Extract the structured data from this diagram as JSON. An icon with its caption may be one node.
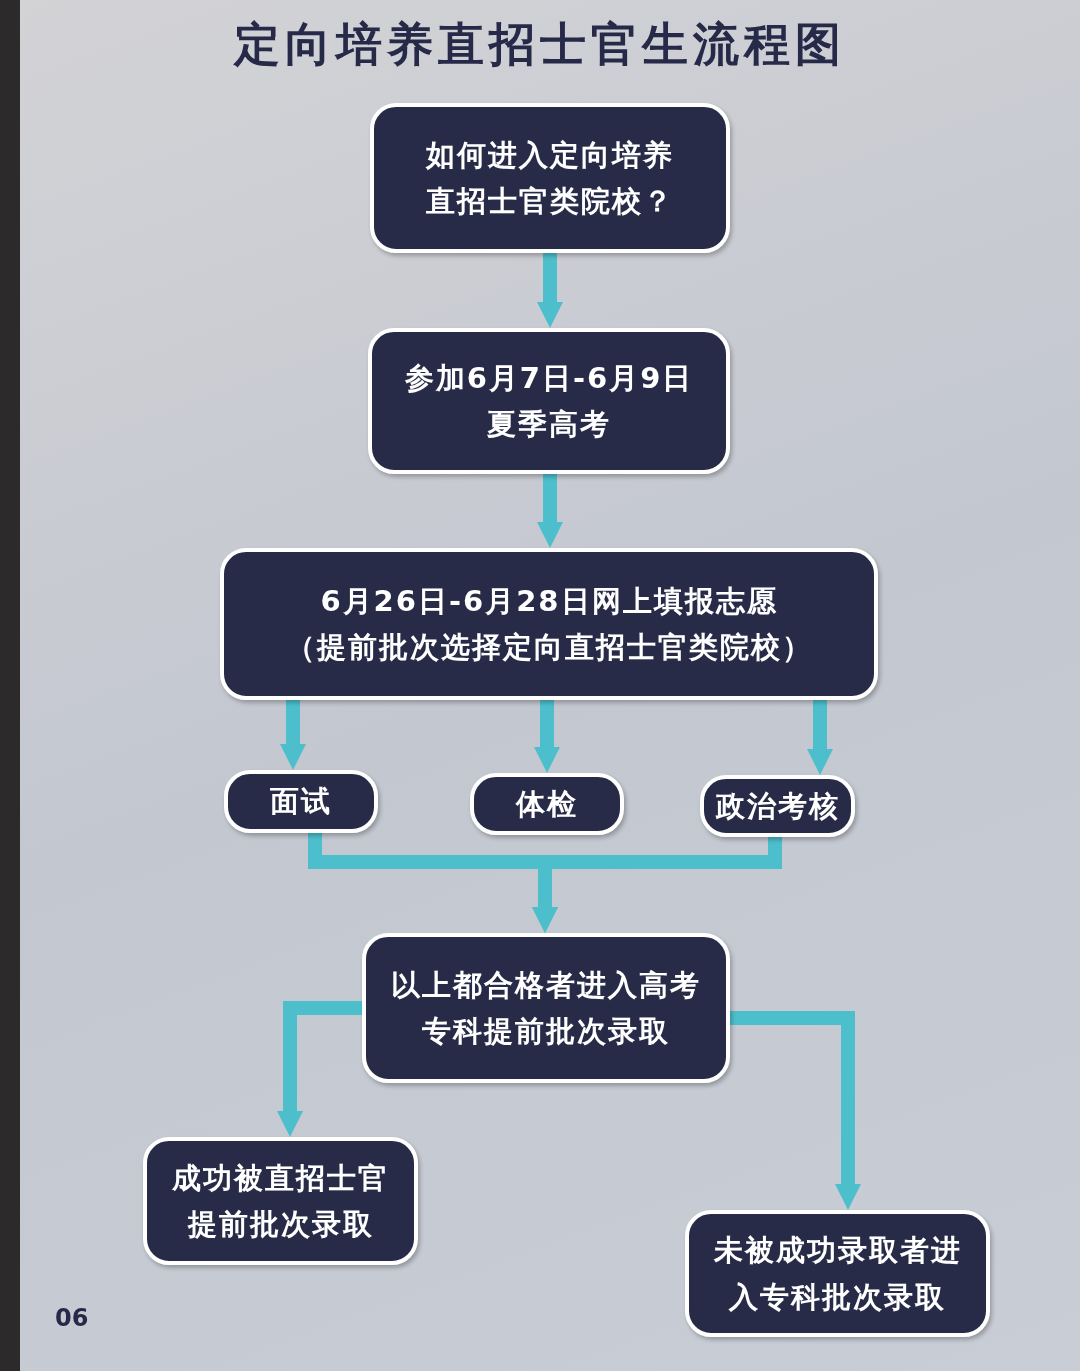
{
  "diagram": {
    "title": "定向培养直招士官生流程图",
    "nodes": [
      {
        "text": [
          "如何进入定向培养直招士官类院校？"
        ]
      },
      {
        "text": [
          "参加6月7日-6月9日夏季高考"
        ]
      },
      {
        "text": [
          "6月26日-6月28日网上填报志愿",
          "（提前批次选择定向直招士官类院校）"
        ]
      },
      {
        "text": [
          "面试"
        ]
      },
      {
        "text": [
          "体检"
        ]
      },
      {
        "text": [
          "政治考核"
        ]
      },
      {
        "text": [
          "以上都合格者进入高考专科提前批次录取"
        ]
      },
      {
        "text": [
          "成功被直招士官提前批次录取"
        ]
      },
      {
        "text": [
          "未被成功录取者进入专科批次录取"
        ]
      }
    ],
    "edges": [
      {
        "from": 0,
        "to": 1,
        "arrow": "to"
      },
      {
        "from": 1,
        "to": 2,
        "arrow": "to"
      },
      {
        "from": 2,
        "to": 3,
        "arrow": "to"
      },
      {
        "from": 2,
        "to": 4,
        "arrow": "to"
      },
      {
        "from": 2,
        "to": 5,
        "arrow": "to"
      },
      {
        "from": 3,
        "to": 6,
        "arrow": "to"
      },
      {
        "from": 5,
        "to": 6,
        "arrow": "to"
      },
      {
        "from": 6,
        "to": 7,
        "arrow": "to"
      },
      {
        "from": 6,
        "to": 8,
        "arrow": "to"
      }
    ],
    "labels": [
      "06"
    ]
  }
}
